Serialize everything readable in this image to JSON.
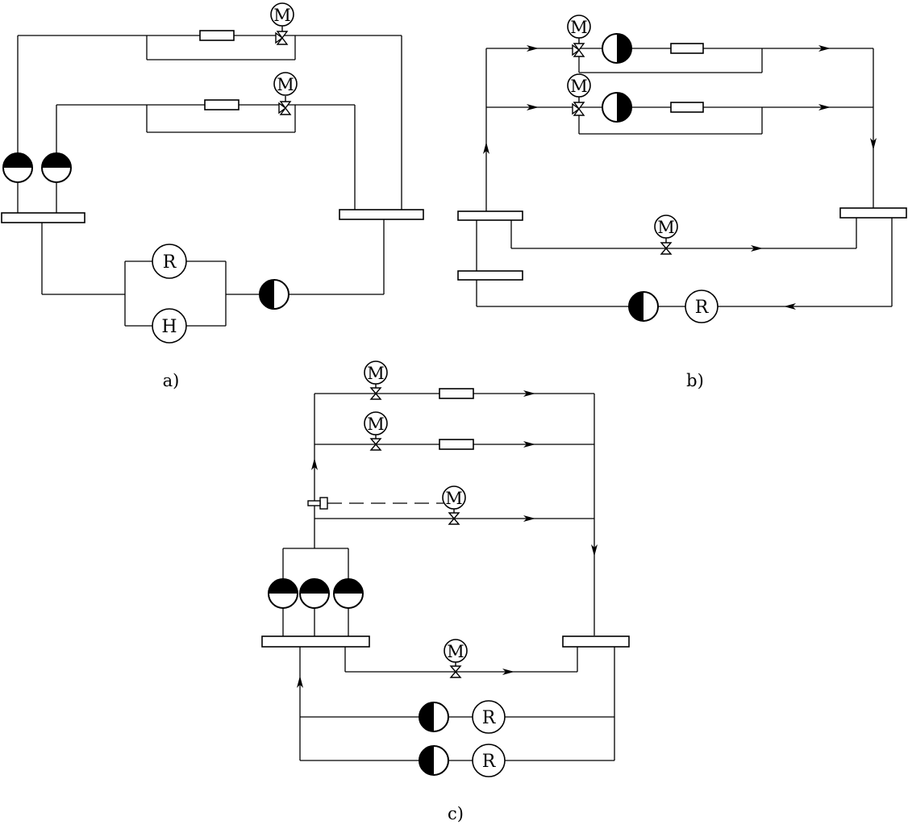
{
  "labels": {
    "panel_a": "a)",
    "panel_b": "b)",
    "panel_c": "c)",
    "motor": "M",
    "reheater": "R",
    "heater": "H"
  },
  "colors": {
    "line": "#000000",
    "background": "#ffffff"
  }
}
